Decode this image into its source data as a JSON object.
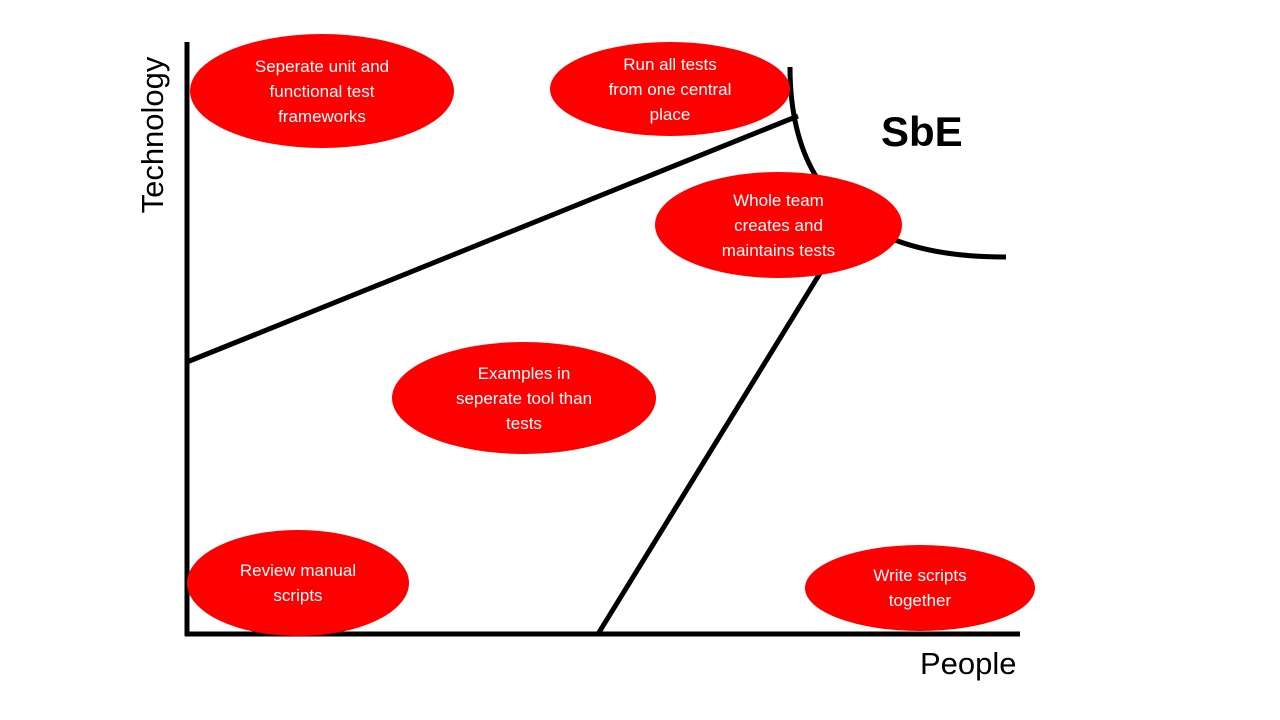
{
  "diagram": {
    "y_axis_label": "Technology",
    "x_axis_label": "People",
    "region_label": "SbE",
    "bubble_color": "#ff0000",
    "bubble_text_color": "#ffffff",
    "line_color": "#000000",
    "bubbles": [
      {
        "id": "separate-frameworks",
        "text": "Seperate unit and\nfunctional test\nframeworks"
      },
      {
        "id": "run-all-tests",
        "text": "Run all tests\nfrom one central\nplace"
      },
      {
        "id": "whole-team",
        "text": "Whole team\ncreates and\nmaintains tests"
      },
      {
        "id": "examples-separate-tool",
        "text": "Examples in\nseperate tool than\ntests"
      },
      {
        "id": "review-manual-scripts",
        "text": "Review manual\nscripts"
      },
      {
        "id": "write-scripts-together",
        "text": "Write scripts\ntogether"
      }
    ]
  }
}
